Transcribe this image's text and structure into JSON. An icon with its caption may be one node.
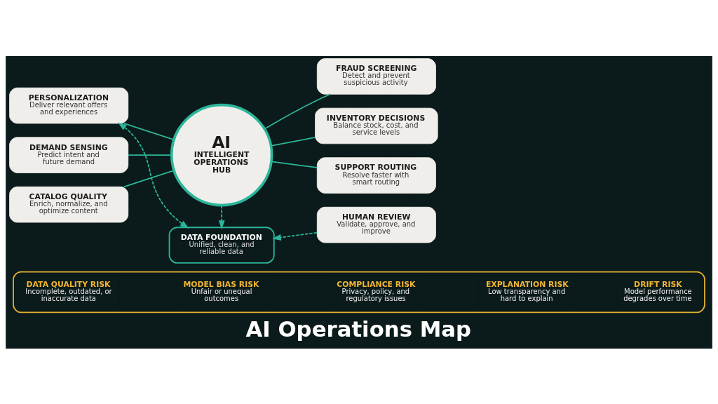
{
  "diagram": {
    "title": "AI Operations Map",
    "nodes": [
      {
        "text": [
          "AI",
          "INTELLIGENT OPERATIONS HUB"
        ]
      },
      {
        "text": [
          "DEMAND SENSING",
          "Predict intent and future demand"
        ]
      },
      {
        "text": [
          "CATALOG QUALITY",
          "Enrich, normalize, and optimize content"
        ]
      },
      {
        "text": [
          "PERSONALIZATION",
          "Deliver relevant offers and experiences"
        ]
      },
      {
        "text": [
          "FRAUD SCREENING",
          "Detect and prevent suspicious activity"
        ]
      },
      {
        "text": [
          "INVENTORY DECISIONS",
          "Balance stock, cost, and service levels"
        ]
      },
      {
        "text": [
          "SUPPORT ROUTING",
          "Resolve faster with smart routing"
        ]
      },
      {
        "text": [
          "DATA FOUNDATION",
          "Unified, clean, and reliable data"
        ]
      },
      {
        "text": [
          "HUMAN REVIEW",
          "Validate, approve, and improve"
        ]
      },
      {
        "text": [],
        "shape": "box"
      },
      {
        "text": [
          "DATA QUALITY RISK",
          "Incomplete, outdated, or inaccurate data"
        ],
        "in": 9
      },
      {
        "text": [
          "MODEL BIAS RISK",
          "Unfair or unequal outcomes"
        ],
        "in": 9
      },
      {
        "text": [
          "COMPLIANCE RISK",
          "Privacy, policy, and regulatory issues"
        ],
        "in": 9
      },
      {
        "text": [
          "EXPLANATION RISK",
          "Low transparency and hard to explain"
        ],
        "in": 9
      },
      {
        "text": [
          "DRIFT RISK",
          "Model performance degrades over time"
        ],
        "in": 9
      }
    ],
    "edges": [
      {
        "from": 1,
        "to": 0,
        "arrow": "none"
      },
      {
        "from": 2,
        "to": 0,
        "arrow": "none"
      },
      {
        "from": 3,
        "to": 0,
        "arrow": "none"
      },
      {
        "from": 0,
        "to": 4,
        "arrow": "none"
      },
      {
        "from": 0,
        "to": 5,
        "arrow": "none"
      },
      {
        "from": 0,
        "to": 6,
        "arrow": "none"
      },
      {
        "from": 0,
        "to": 7,
        "arrow": "to",
        "style": "dashed"
      },
      {
        "from": 8,
        "to": 7,
        "arrow": "to",
        "style": "dashed"
      },
      {
        "from": 3,
        "to": 7,
        "arrow": "both",
        "style": "dashed"
      }
    ]
  }
}
